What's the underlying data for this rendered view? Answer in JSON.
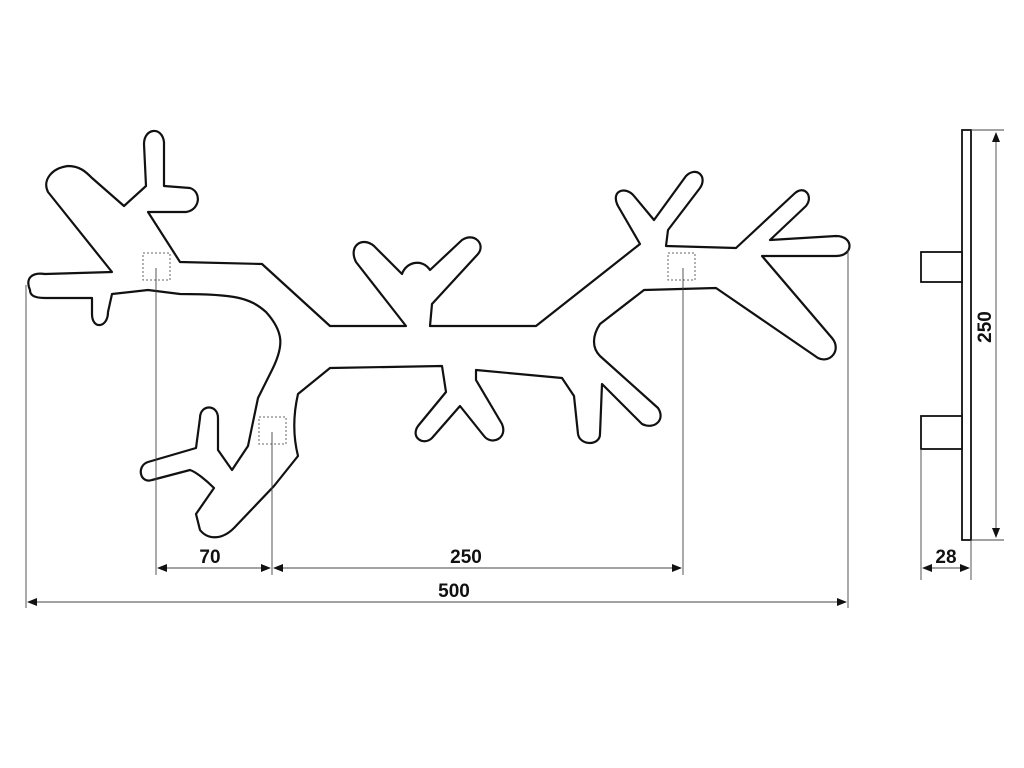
{
  "dimensions": {
    "left_to_mount": "70",
    "mount_spacing": "250",
    "total_width": "500",
    "height": "250",
    "depth": "28"
  }
}
